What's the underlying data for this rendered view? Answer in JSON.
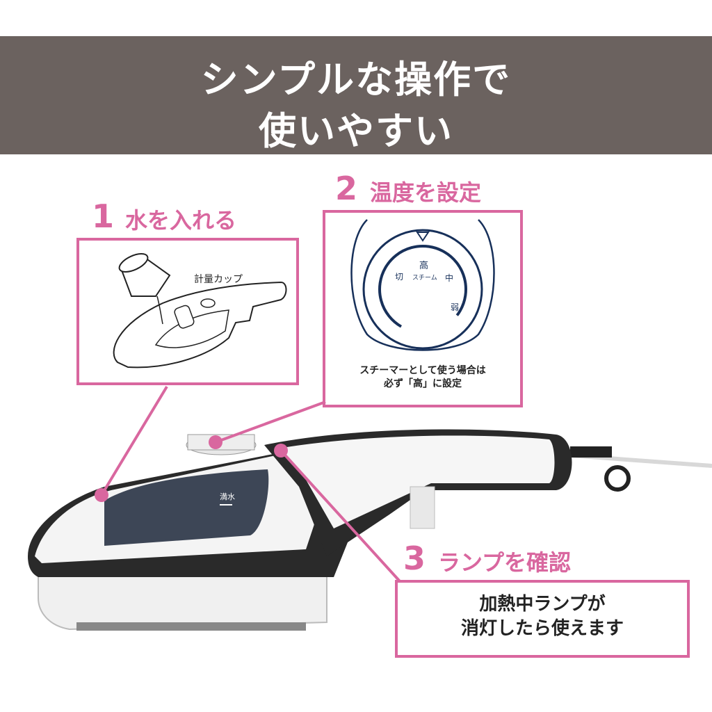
{
  "header": {
    "line1": "シンプルな操作で",
    "line2": "使いやすい"
  },
  "steps": [
    {
      "number": "1",
      "title": "水を入れる",
      "label": "計量カップ"
    },
    {
      "number": "2",
      "title": "温度を設定",
      "dial": {
        "high": "高",
        "mid": "中",
        "low": "弱",
        "off": "切",
        "steam": "スチーム"
      },
      "note1": "スチーマーとして使う場合は",
      "note2": "必ず「高」に設定"
    },
    {
      "number": "3",
      "title": "ランプを確認",
      "note1": "加熱中ランプが",
      "note2": "消灯したら使えます"
    }
  ],
  "device": {
    "full_water_label": "満水"
  },
  "colors": {
    "accent": "#d9679f",
    "banner": "#6b625f",
    "navy": "#17305a"
  }
}
